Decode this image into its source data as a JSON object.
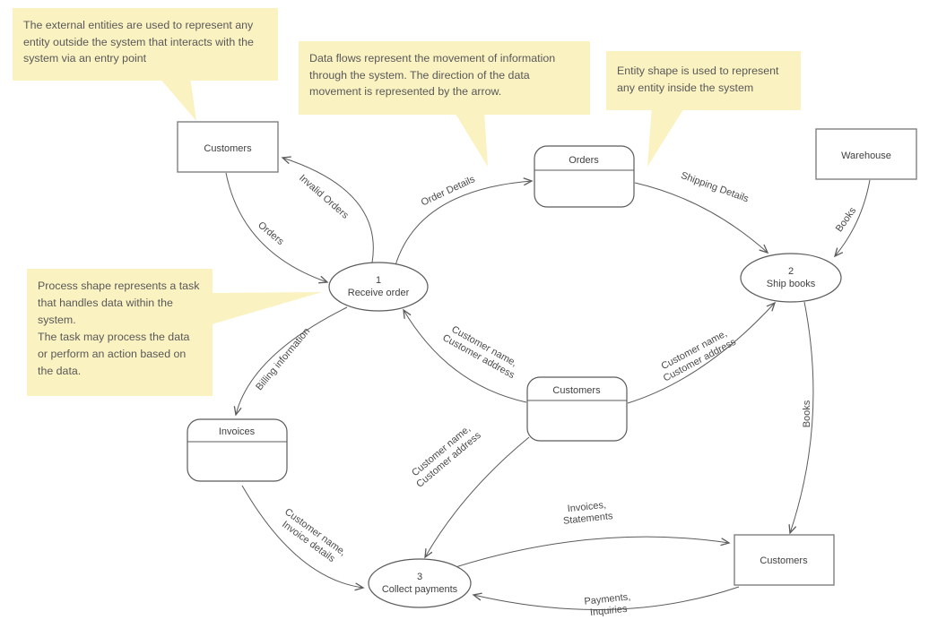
{
  "callouts": {
    "external_entities": "The external entities are used to represent any entity outside the system that interacts with the system via an entry point",
    "data_flows": "Data flows represent the movement of information through the system. The direction of the data movement is represented by the arrow.",
    "entity_shape": "Entity shape is used to represent any entity inside the system",
    "process_shape_p1": "Process shape represents a task that handles data within the system.",
    "process_shape_p2": "The task may process the data or perform an action based on the data."
  },
  "entities": {
    "customers_top": "Customers",
    "warehouse": "Warehouse",
    "customers_bottom": "Customers"
  },
  "data_stores": {
    "orders": "Orders",
    "customers": "Customers",
    "invoices": "Invoices"
  },
  "processes": {
    "receive_order": {
      "number": "1",
      "label": "Receive order"
    },
    "ship_books": {
      "number": "2",
      "label": "Ship books"
    },
    "collect_payments": {
      "number": "3",
      "label": "Collect payments"
    }
  },
  "flows": {
    "orders": "Orders",
    "invalid_orders": "Invalid Orders",
    "order_details": "Order Details",
    "shipping_details": "Shipping Details",
    "books_warehouse": "Books",
    "books_ship": "Books",
    "customer_name": "Customer name,",
    "customer_address": "Customer address",
    "billing_information": "Billing information",
    "invoice_name": "Customer name,",
    "invoice_details": "Invoice details",
    "invoices_line": "Invoices,",
    "statements_line": "Statements",
    "payments_line": "Payments,",
    "inquiries_line": "Inquiries"
  },
  "colors": {
    "callout_bg": "#fbf2c1",
    "callout_text": "#595959",
    "line_stroke": "#5b5b5b",
    "entity_stroke": "#7f7f7f",
    "shape_text": "#404040",
    "background": "#ffffff"
  }
}
